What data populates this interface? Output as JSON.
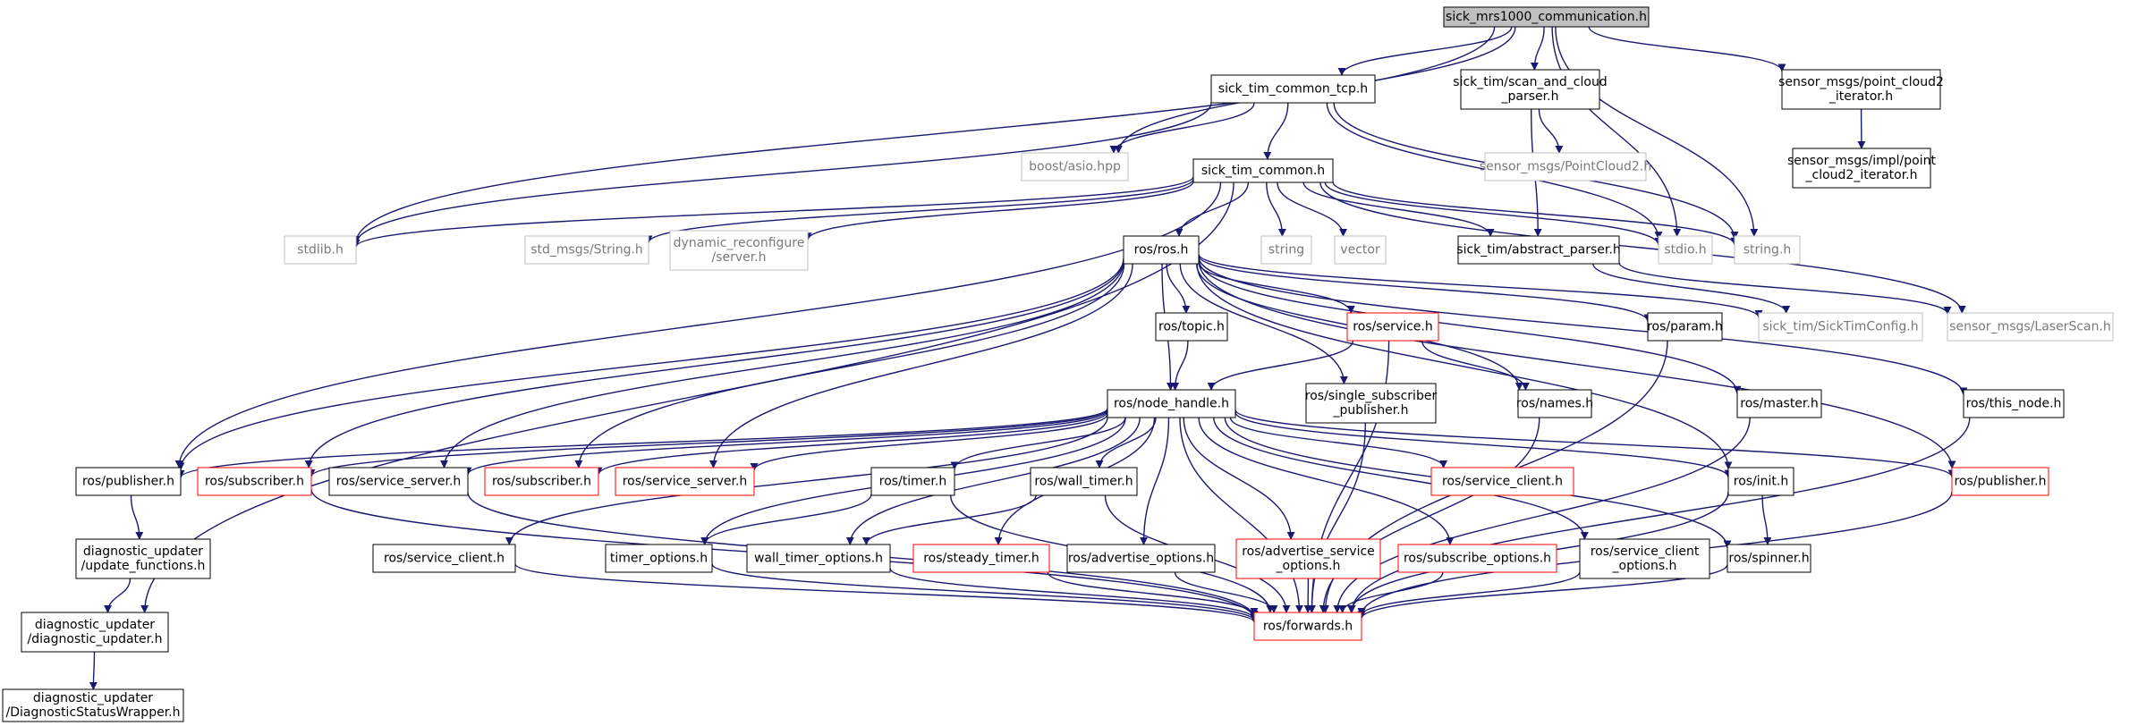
{
  "colors": {
    "edge": "#191970",
    "box_border_black": "#000000",
    "box_border_red": "#ff0000",
    "box_border_gray": "#bfbfbf",
    "root_fill": "#bfbfbf",
    "text_muted": "#7a7a7a"
  },
  "nodes": [
    {
      "id": "root",
      "lines": [
        "sick_mrs1000_communication.h"
      ],
      "style": "root"
    },
    {
      "id": "tcp",
      "lines": [
        "sick_tim_common_tcp.h"
      ],
      "style": "black"
    },
    {
      "id": "scanparser",
      "lines": [
        "sick_tim/scan_and_cloud",
        "_parser.h"
      ],
      "style": "black"
    },
    {
      "id": "pc2iter",
      "lines": [
        "sensor_msgs/point_cloud2",
        "_iterator.h"
      ],
      "style": "black"
    },
    {
      "id": "pc2implit",
      "lines": [
        "sensor_msgs/impl/point",
        "_cloud2_iterator.h"
      ],
      "style": "black"
    },
    {
      "id": "boostasio",
      "lines": [
        "boost/asio.hpp"
      ],
      "style": "gray"
    },
    {
      "id": "pointcloud2",
      "lines": [
        "sensor_msgs/PointCloud2.h"
      ],
      "style": "gray"
    },
    {
      "id": "common",
      "lines": [
        "sick_tim_common.h"
      ],
      "style": "black"
    },
    {
      "id": "stdlib",
      "lines": [
        "stdlib.h"
      ],
      "style": "gray"
    },
    {
      "id": "stdstring",
      "lines": [
        "std_msgs/String.h"
      ],
      "style": "gray"
    },
    {
      "id": "dynreconf",
      "lines": [
        "dynamic_reconfigure",
        "/server.h"
      ],
      "style": "gray"
    },
    {
      "id": "string",
      "lines": [
        "string"
      ],
      "style": "gray"
    },
    {
      "id": "vector",
      "lines": [
        "vector"
      ],
      "style": "gray"
    },
    {
      "id": "abstract",
      "lines": [
        "sick_tim/abstract_parser.h"
      ],
      "style": "black"
    },
    {
      "id": "stdio",
      "lines": [
        "stdio.h"
      ],
      "style": "gray"
    },
    {
      "id": "stringh",
      "lines": [
        "string.h"
      ],
      "style": "gray"
    },
    {
      "id": "rosh",
      "lines": [
        "ros/ros.h"
      ],
      "style": "black"
    },
    {
      "id": "topic",
      "lines": [
        "ros/topic.h"
      ],
      "style": "black"
    },
    {
      "id": "service",
      "lines": [
        "ros/service.h"
      ],
      "style": "red"
    },
    {
      "id": "param",
      "lines": [
        "ros/param.h"
      ],
      "style": "black"
    },
    {
      "id": "timconfig",
      "lines": [
        "sick_tim/SickTimConfig.h"
      ],
      "style": "gray"
    },
    {
      "id": "laserscan",
      "lines": [
        "sensor_msgs/LaserScan.h"
      ],
      "style": "gray"
    },
    {
      "id": "nodehandle",
      "lines": [
        "ros/node_handle.h"
      ],
      "style": "black"
    },
    {
      "id": "singlesub",
      "lines": [
        "ros/single_subscriber",
        "_publisher.h"
      ],
      "style": "black"
    },
    {
      "id": "names",
      "lines": [
        "ros/names.h"
      ],
      "style": "black"
    },
    {
      "id": "master",
      "lines": [
        "ros/master.h"
      ],
      "style": "black"
    },
    {
      "id": "thisnode",
      "lines": [
        "ros/this_node.h"
      ],
      "style": "black"
    },
    {
      "id": "publisherA",
      "lines": [
        "ros/publisher.h"
      ],
      "style": "black"
    },
    {
      "id": "subscriberA",
      "lines": [
        "ros/subscriber.h"
      ],
      "style": "red"
    },
    {
      "id": "srvserverA",
      "lines": [
        "ros/service_server.h"
      ],
      "style": "black"
    },
    {
      "id": "subscriberB",
      "lines": [
        "ros/subscriber.h"
      ],
      "style": "red"
    },
    {
      "id": "srvserverB",
      "lines": [
        "ros/service_server.h"
      ],
      "style": "red"
    },
    {
      "id": "timer",
      "lines": [
        "ros/timer.h"
      ],
      "style": "black"
    },
    {
      "id": "walltimer",
      "lines": [
        "ros/wall_timer.h"
      ],
      "style": "black"
    },
    {
      "id": "srvclientR",
      "lines": [
        "ros/service_client.h"
      ],
      "style": "red"
    },
    {
      "id": "init",
      "lines": [
        "ros/init.h"
      ],
      "style": "black"
    },
    {
      "id": "publisherR",
      "lines": [
        "ros/publisher.h"
      ],
      "style": "red"
    },
    {
      "id": "updfunc",
      "lines": [
        "diagnostic_updater",
        "/update_functions.h"
      ],
      "style": "black"
    },
    {
      "id": "srvclientB",
      "lines": [
        "ros/service_client.h"
      ],
      "style": "black"
    },
    {
      "id": "timeropts",
      "lines": [
        "timer_options.h"
      ],
      "style": "black"
    },
    {
      "id": "walltimeropts",
      "lines": [
        "wall_timer_options.h"
      ],
      "style": "black"
    },
    {
      "id": "steadytimer",
      "lines": [
        "ros/steady_timer.h"
      ],
      "style": "red"
    },
    {
      "id": "advopts",
      "lines": [
        "ros/advertise_options.h"
      ],
      "style": "black"
    },
    {
      "id": "advsrvopts",
      "lines": [
        "ros/advertise_service",
        "_options.h"
      ],
      "style": "red"
    },
    {
      "id": "subopts",
      "lines": [
        "ros/subscribe_options.h"
      ],
      "style": "red"
    },
    {
      "id": "srvclientopts",
      "lines": [
        "ros/service_client",
        "_options.h"
      ],
      "style": "black"
    },
    {
      "id": "spinner",
      "lines": [
        "ros/spinner.h"
      ],
      "style": "black"
    },
    {
      "id": "diagupd",
      "lines": [
        "diagnostic_updater",
        "/diagnostic_updater.h"
      ],
      "style": "black"
    },
    {
      "id": "forwards",
      "lines": [
        "ros/forwards.h"
      ],
      "style": "red"
    },
    {
      "id": "diagwrap",
      "lines": [
        "diagnostic_updater",
        "/DiagnosticStatusWrapper.h"
      ],
      "style": "black"
    }
  ],
  "edges": [
    [
      "root",
      "tcp"
    ],
    [
      "root",
      "scanparser"
    ],
    [
      "root",
      "pc2iter"
    ],
    [
      "root",
      "boostasio"
    ],
    [
      "root",
      "stdlib"
    ],
    [
      "root",
      "stdio"
    ],
    [
      "root",
      "stringh"
    ],
    [
      "pc2iter",
      "pc2implit"
    ],
    [
      "tcp",
      "boostasio"
    ],
    [
      "tcp",
      "common"
    ],
    [
      "tcp",
      "stdlib"
    ],
    [
      "tcp",
      "stdio"
    ],
    [
      "tcp",
      "stringh"
    ],
    [
      "scanparser",
      "pointcloud2"
    ],
    [
      "scanparser",
      "abstract"
    ],
    [
      "common",
      "stdlib"
    ],
    [
      "common",
      "stdstring"
    ],
    [
      "common",
      "dynreconf"
    ],
    [
      "common",
      "string"
    ],
    [
      "common",
      "vector"
    ],
    [
      "common",
      "abstract"
    ],
    [
      "common",
      "stdio"
    ],
    [
      "common",
      "stringh"
    ],
    [
      "common",
      "rosh"
    ],
    [
      "common",
      "laserscan"
    ],
    [
      "common",
      "publisherA"
    ],
    [
      "common",
      "diagupd"
    ],
    [
      "abstract",
      "timconfig"
    ],
    [
      "abstract",
      "laserscan"
    ],
    [
      "rosh",
      "topic"
    ],
    [
      "rosh",
      "service"
    ],
    [
      "rosh",
      "param"
    ],
    [
      "rosh",
      "timconfig"
    ],
    [
      "rosh",
      "nodehandle"
    ],
    [
      "rosh",
      "singlesub"
    ],
    [
      "rosh",
      "names"
    ],
    [
      "rosh",
      "master"
    ],
    [
      "rosh",
      "thisnode"
    ],
    [
      "rosh",
      "publisherA"
    ],
    [
      "rosh",
      "subscriberA"
    ],
    [
      "rosh",
      "srvserverA"
    ],
    [
      "rosh",
      "subscriberB"
    ],
    [
      "rosh",
      "srvserverB"
    ],
    [
      "rosh",
      "init"
    ],
    [
      "rosh",
      "publisherR"
    ],
    [
      "topic",
      "nodehandle"
    ],
    [
      "service",
      "nodehandle"
    ],
    [
      "service",
      "names"
    ],
    [
      "service",
      "forwards"
    ],
    [
      "param",
      "forwards"
    ],
    [
      "nodehandle",
      "publisherA"
    ],
    [
      "nodehandle",
      "subscriberA"
    ],
    [
      "nodehandle",
      "srvserverA"
    ],
    [
      "nodehandle",
      "subscriberB"
    ],
    [
      "nodehandle",
      "srvserverB"
    ],
    [
      "nodehandle",
      "timer"
    ],
    [
      "nodehandle",
      "walltimer"
    ],
    [
      "nodehandle",
      "srvclientR"
    ],
    [
      "nodehandle",
      "init"
    ],
    [
      "nodehandle",
      "publisherR"
    ],
    [
      "nodehandle",
      "srvclientB"
    ],
    [
      "nodehandle",
      "timeropts"
    ],
    [
      "nodehandle",
      "walltimeropts"
    ],
    [
      "nodehandle",
      "steadytimer"
    ],
    [
      "nodehandle",
      "advopts"
    ],
    [
      "nodehandle",
      "advsrvopts"
    ],
    [
      "nodehandle",
      "subopts"
    ],
    [
      "nodehandle",
      "srvclientopts"
    ],
    [
      "nodehandle",
      "spinner"
    ],
    [
      "nodehandle",
      "forwards"
    ],
    [
      "singlesub",
      "forwards"
    ],
    [
      "names",
      "forwards"
    ],
    [
      "master",
      "forwards"
    ],
    [
      "thisnode",
      "forwards"
    ],
    [
      "publisherA",
      "updfunc"
    ],
    [
      "updfunc",
      "diagupd"
    ],
    [
      "diagupd",
      "diagwrap"
    ],
    [
      "subscriberA",
      "forwards"
    ],
    [
      "srvserverA",
      "forwards"
    ],
    [
      "timer",
      "timeropts"
    ],
    [
      "timer",
      "forwards"
    ],
    [
      "walltimer",
      "walltimeropts"
    ],
    [
      "walltimer",
      "forwards"
    ],
    [
      "init",
      "spinner"
    ],
    [
      "init",
      "forwards"
    ],
    [
      "publisherR",
      "forwards"
    ],
    [
      "srvclientB",
      "forwards"
    ],
    [
      "timeropts",
      "forwards"
    ],
    [
      "walltimeropts",
      "forwards"
    ],
    [
      "steadytimer",
      "forwards"
    ],
    [
      "advopts",
      "forwards"
    ],
    [
      "advsrvopts",
      "forwards"
    ],
    [
      "subopts",
      "forwards"
    ],
    [
      "srvclientopts",
      "forwards"
    ],
    [
      "spinner",
      "forwards"
    ]
  ]
}
